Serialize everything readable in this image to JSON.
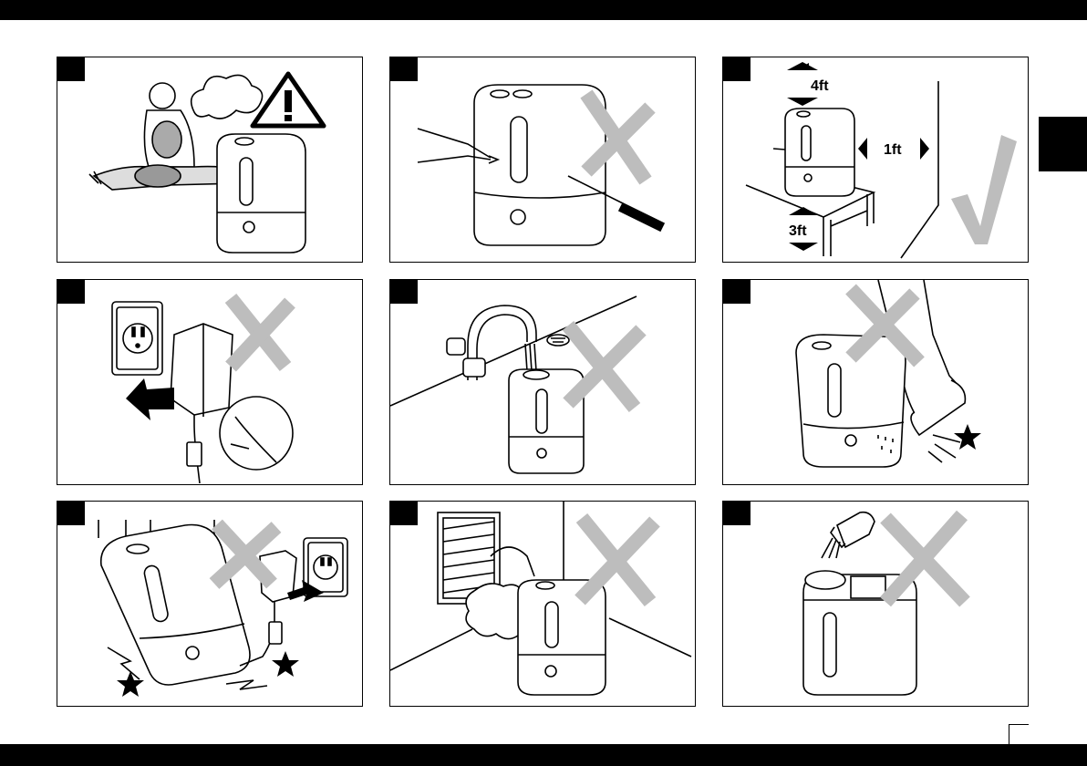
{
  "page_number": "",
  "panels": [
    {
      "id": "child-safety",
      "marks": [
        "warning-icon"
      ]
    },
    {
      "id": "no-tools",
      "marks": [
        "cross-icon"
      ]
    },
    {
      "id": "placement-clearance",
      "marks": [
        "check-icon"
      ],
      "labels": {
        "top": "4ft",
        "side": "1ft",
        "bottom": "3ft"
      }
    },
    {
      "id": "adapter-plug",
      "marks": [
        "cross-icon"
      ]
    },
    {
      "id": "no-tap-fill",
      "marks": [
        "cross-icon"
      ]
    },
    {
      "id": "no-kick",
      "marks": [
        "cross-icon",
        "star-icon"
      ]
    },
    {
      "id": "no-tip-over",
      "marks": [
        "cross-icon",
        "star-icon"
      ]
    },
    {
      "id": "no-vent-mist",
      "marks": [
        "cross-icon"
      ]
    },
    {
      "id": "no-additives",
      "marks": [
        "cross-icon"
      ]
    }
  ],
  "colors": {
    "ink": "#000000",
    "mark_gray": "#bdbdbd",
    "frame": "#000000"
  }
}
